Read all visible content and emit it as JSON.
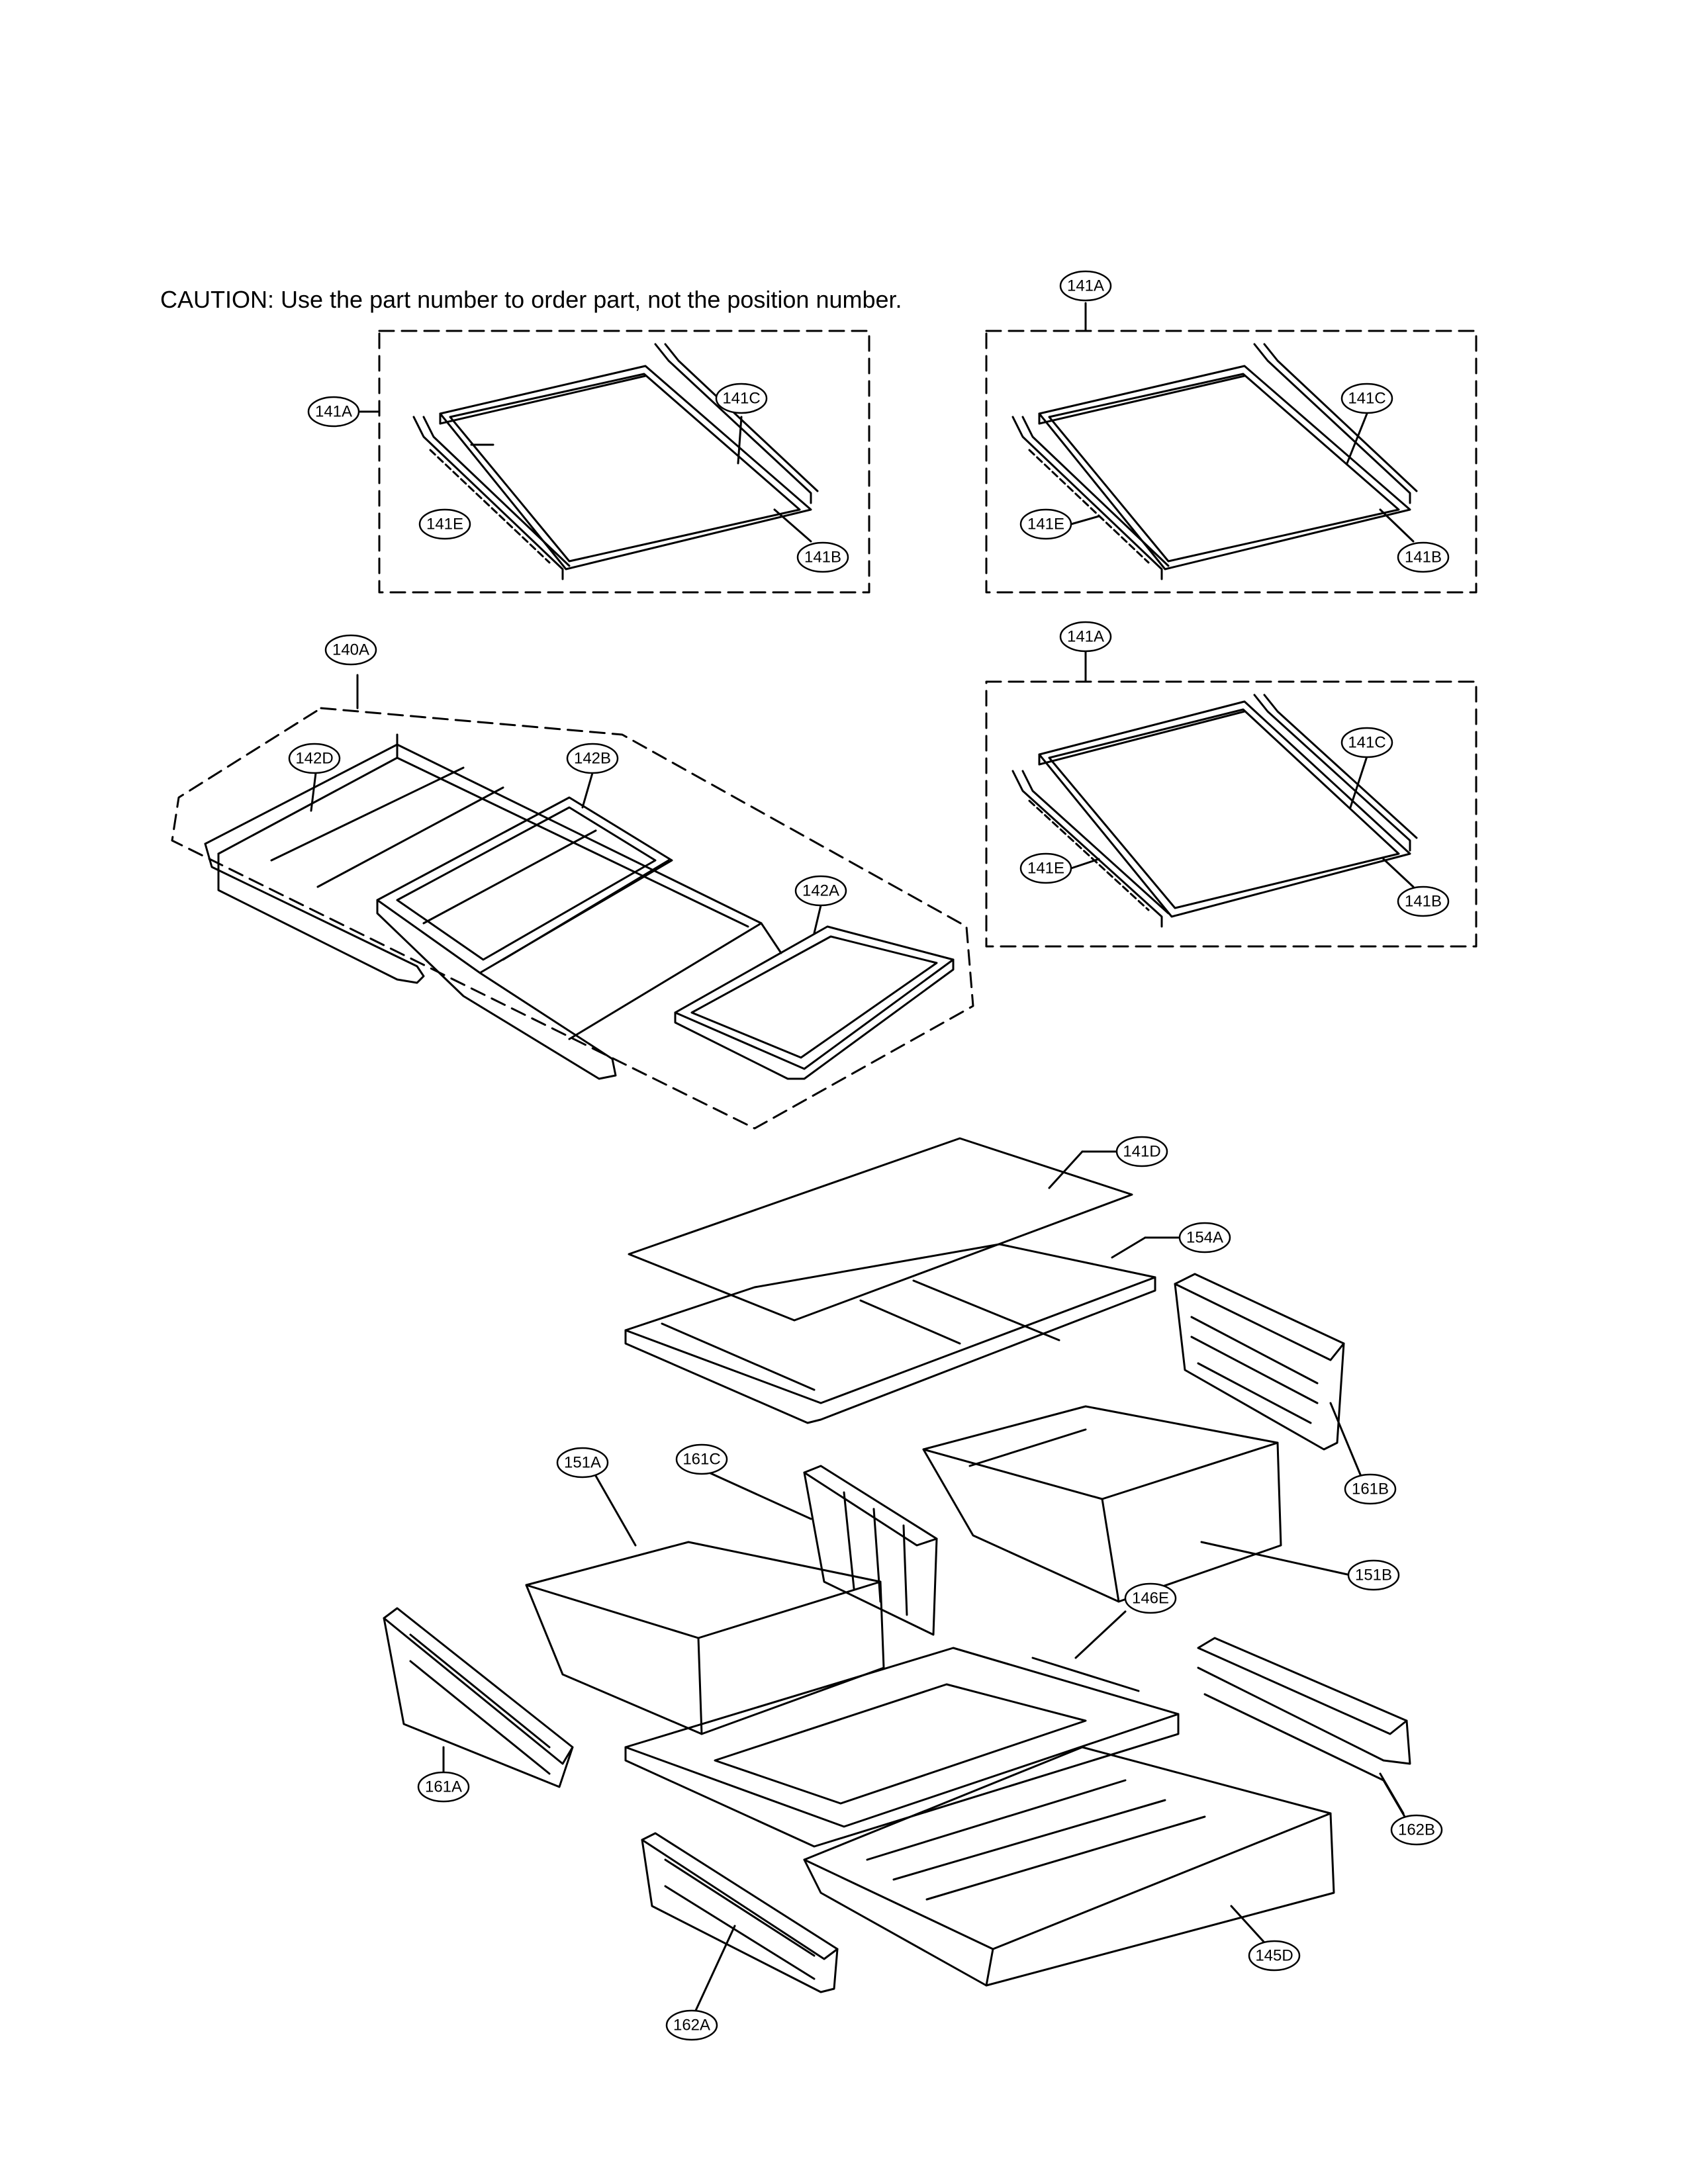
{
  "caution": "CAUTION: Use the part number to order part, not the position number.",
  "labels": {
    "g1": {
      "a": "141A",
      "b": "141B",
      "c": "141C",
      "e": "141E"
    },
    "g2": {
      "a": "141A",
      "b": "141B",
      "c": "141C",
      "e": "141E"
    },
    "g3": {
      "a": "141A",
      "b": "141B",
      "c": "141C",
      "e": "141E"
    },
    "frame": {
      "a": "140A",
      "b": "142B",
      "d": "142D",
      "shelf": "142A"
    },
    "cover_glass": "141D",
    "cover": "154A",
    "divider_right": "161B",
    "drawer_left": "151A",
    "divider_mid": "161C",
    "drawer_right": "151B",
    "center_frame": "146E",
    "rail_left": "161A",
    "rail_right": "162B",
    "pan": "145D",
    "rail_front": "162A"
  }
}
